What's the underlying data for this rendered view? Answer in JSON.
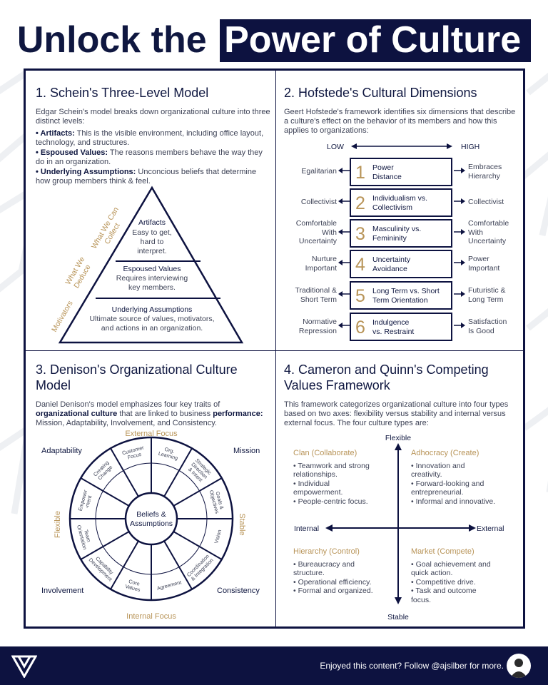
{
  "title": {
    "part1": "Unlock the",
    "part2": "Power of Culture"
  },
  "schein": {
    "title": "1. Schein's Three-Level Model",
    "intro": "Edgar Schein's model breaks down organizational culture into three distinct levels:",
    "bullets": [
      {
        "term": "• Artifacts:",
        "text": " This is the visible environment, including office layout, technology, and structures."
      },
      {
        "term": "• Espoused Values:",
        "text": " The reasons members behave the way they do in an organization."
      },
      {
        "term": "• Underlying Assumptions:",
        "text": " Unconcious beliefs that determine how group members think & feel."
      }
    ],
    "pyramid": {
      "top": {
        "title": "Artifacts",
        "line1": "Easy to get,",
        "line2": "hard to",
        "line3": "interpret."
      },
      "mid": {
        "title": "Espoused Values",
        "line1": "Requires interviewing",
        "line2": "key members."
      },
      "base": {
        "title": "Underlying Assumptions",
        "line1": "Ultimate source of values, motivators,",
        "line2": "and actions in an organization."
      },
      "side_top_1": "What We Can",
      "side_top_2": "Collect",
      "side_mid_1": "What We",
      "side_mid_2": "Deduce",
      "side_base": "Motivators"
    }
  },
  "hofstede": {
    "title": "2. Hofstede's Cultural Dimensions",
    "intro": "Geert Hofstede's framework identifies six dimensions that describe a culture's effect on the behavior of its members and how this applies to organizations:",
    "low": "LOW",
    "high": "HIGH",
    "dimensions": [
      {
        "num": "1",
        "label1": "Power",
        "label2": "Distance",
        "left1": "Egalitarian",
        "left2": "",
        "right1": "Embraces",
        "right2": "Hierarchy"
      },
      {
        "num": "2",
        "label1": "Individualism vs.",
        "label2": "Collectivism",
        "left1": "Collectivist",
        "left2": "",
        "right1": "Collectivist",
        "right2": ""
      },
      {
        "num": "3",
        "label1": "Masculinity vs.",
        "label2": "Femininity",
        "left1": "Comfortable",
        "left2": "With",
        "left3": "Uncertainty",
        "right1": "Comfortable",
        "right2": "With",
        "right3": "Uncertainty"
      },
      {
        "num": "4",
        "label1": "Uncertainty",
        "label2": "Avoidance",
        "left1": "Nurture",
        "left2": "Important",
        "right1": "Power",
        "right2": "Important"
      },
      {
        "num": "5",
        "label1": "Long Term vs. Short",
        "label2": "Term Orientation",
        "left1": "Traditional &",
        "left2": "Short Term",
        "right1": "Futuristic &",
        "right2": "Long Term"
      },
      {
        "num": "6",
        "label1": "Indulgence",
        "label2": "vs. Restraint",
        "left1": "Normative",
        "left2": "Repression",
        "right1": "Satisfaction",
        "right2": "Is Good"
      }
    ]
  },
  "denison": {
    "title1": "3. Denison's Organizational Culture",
    "title2": "Model",
    "intro_a": "Daniel Denison's model emphasizes four key traits of ",
    "intro_b": "organizational culture",
    "intro_c": " that are linked to business ",
    "intro_d": "performance:",
    "intro_e": " Mission, Adaptability, Involvement, and Consistency.",
    "external_focus": "External Focus",
    "internal_focus": "Internal Focus",
    "flexible": "Flexible",
    "stable": "Stable",
    "adaptability": "Adaptability",
    "mission": "Mission",
    "involvement": "Involvement",
    "consistency": "Consistency",
    "center1": "Beliefs &",
    "center2": "Assumptions",
    "segments": [
      [
        "Org.",
        "Learning"
      ],
      [
        "Strategic",
        "Direction",
        "& Intent"
      ],
      [
        "Goals &",
        "Objectives"
      ],
      [
        "Vision"
      ],
      [
        "Coordination",
        "& Integration"
      ],
      [
        "Agreement"
      ],
      [
        "Core",
        "Values"
      ],
      [
        "Capability",
        "Development"
      ],
      [
        "Team",
        "Orientation"
      ],
      [
        "Empower",
        "-ment"
      ],
      [
        "Creating",
        "Change"
      ],
      [
        "Customer",
        "Focus"
      ]
    ]
  },
  "cameron": {
    "title1": "4. Cameron and Quinn's Competing",
    "title2": "Values Framework",
    "intro": "This framework categorizes organizational culture into four types based on two axes: flexibility versus stability and internal versus external focus. The four culture types are:",
    "flexible": "Flexible",
    "stable": "Stable",
    "internal": "Internal",
    "external": "External",
    "clan": {
      "title": "Clan (Collaborate)",
      "items": [
        "• Teamwork and strong",
        "relationships.",
        "• Individual",
        "empowerment.",
        "• People-centric focus."
      ]
    },
    "adhocracy": {
      "title": "Adhocracy (Create)",
      "items": [
        "• Innovation and",
        "creativity.",
        "• Forward-looking and",
        "entrepreneurial.",
        "• Informal and innovative."
      ]
    },
    "hierarchy": {
      "title": "Hierarchy (Control)",
      "items": [
        "• Bureaucracy and",
        "structure.",
        "• Operational efficiency.",
        "• Formal and organized."
      ]
    },
    "market": {
      "title": "Market (Compete)",
      "items": [
        "• Goal achievement and",
        "quick action.",
        "• Competitive drive.",
        "• Task and outcome",
        "focus."
      ]
    }
  },
  "footer": {
    "text": "Enjoyed this content? Follow @ajsilber for more.",
    "logo_icon": "v-logo-icon",
    "avatar_icon": "profile-avatar"
  },
  "colors": {
    "navy": "#0d1240",
    "gold": "#b89458",
    "text": "#3d4256"
  }
}
